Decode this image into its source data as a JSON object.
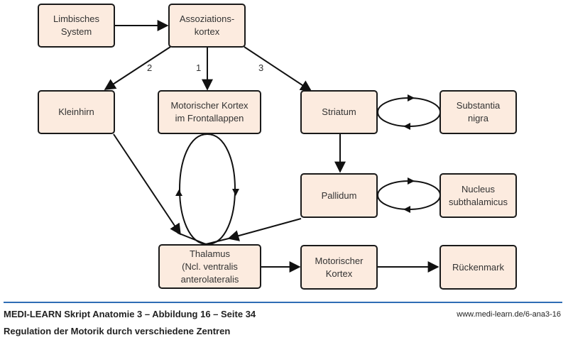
{
  "diagram": {
    "nodes": {
      "limbisches_system": "Limbisches\nSystem",
      "assoziationskortex": "Assoziations-\nkortex",
      "kleinhirn": "Kleinhirn",
      "motorischer_kortex_frontal": "Motorischer Kortex\nim Frontallappen",
      "striatum": "Striatum",
      "substantia_nigra": "Substantia\nnigra",
      "pallidum": "Pallidum",
      "nucleus_subthalamicus": "Nucleus\nsubthalamicus",
      "thalamus": "Thalamus\n(Ncl. ventralis\nanterolateralis",
      "motorischer_kortex": "Motorischer\nKortex",
      "rueckenmark": "Rückenmark"
    },
    "edge_labels": {
      "path_1": "1",
      "path_2": "2",
      "path_3": "3"
    },
    "colors": {
      "node_fill": "#fcebdf",
      "rule": "#2f6db5"
    }
  },
  "footer": {
    "title": "MEDI-LEARN Skript Anatomie 3 – Abbildung 16 – Seite 34",
    "subtitle": "Regulation der Motorik durch verschiedene Zentren",
    "url": "www.medi-learn.de/6-ana3-16"
  }
}
